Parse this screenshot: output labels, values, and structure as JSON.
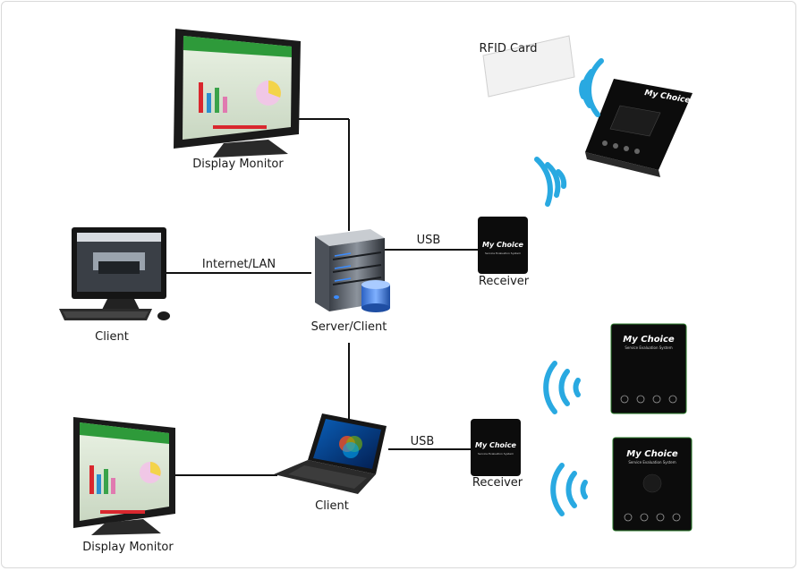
{
  "colors": {
    "wave": "#29a9e1",
    "line": "#111111",
    "device_body": "#0c0c0c",
    "screen_green": "#2e9a3a",
    "server_blue": "#2f6fd6"
  },
  "labels": {
    "display_monitor_top": "Display Monitor",
    "client_left": "Client",
    "internet_lan": "Internet/LAN",
    "server_client": "Server/Client",
    "usb_top": "USB",
    "receiver_top": "Receiver",
    "rfid_card": "RFID Card",
    "client_bottom": "Client",
    "usb_bottom": "USB",
    "receiver_bottom": "Receiver",
    "display_monitor_bottom": "Display Monitor"
  },
  "device": {
    "brand": "My Choice",
    "subtitle": "Service Evaluation System"
  },
  "icons": {
    "monitor": "monitor-icon",
    "server": "server-icon",
    "database": "database-icon",
    "laptop": "laptop-icon",
    "desktop": "desktop-computer-icon",
    "receiver": "receiver-device-icon",
    "rfid": "rfid-card-icon",
    "wireless": "wireless-signal-icon",
    "evaluation_terminal": "evaluation-terminal-icon"
  }
}
